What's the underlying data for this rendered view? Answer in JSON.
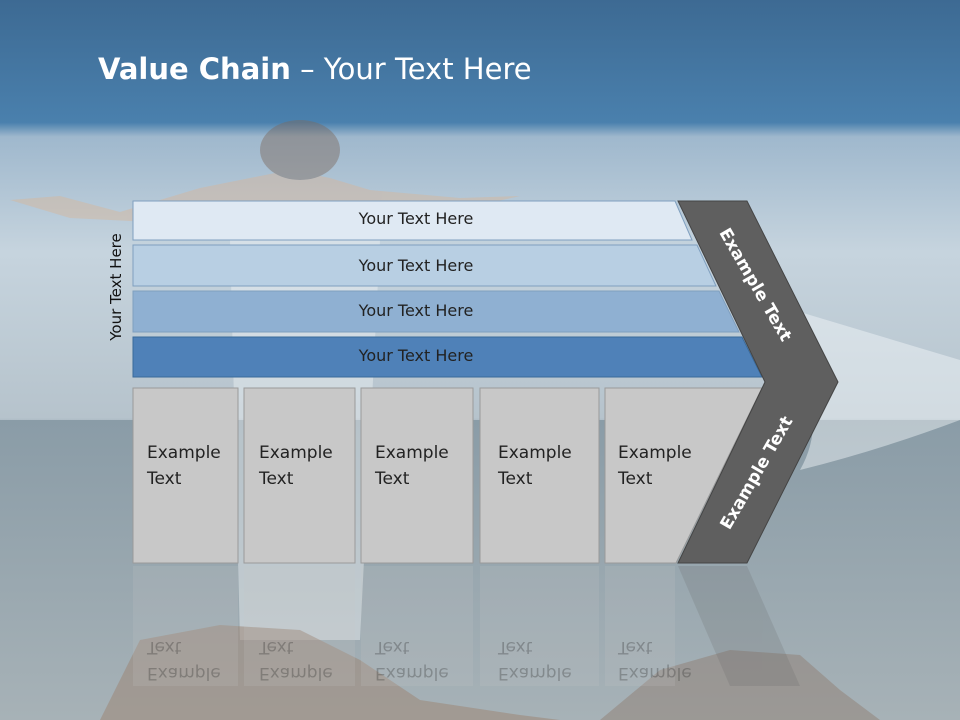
{
  "slide": {
    "title_bold": "Value Chain",
    "title_rest": " – Your Text Here",
    "side_label": "Your Text Here"
  },
  "bars": [
    {
      "label": "Your Text Here"
    },
    {
      "label": "Your Text Here"
    },
    {
      "label": "Your Text Here"
    },
    {
      "label": "Your Text Here"
    }
  ],
  "boxes": [
    {
      "label": "Example\nText"
    },
    {
      "label": "Example\nText"
    },
    {
      "label": "Example\nText"
    },
    {
      "label": "Example\nText"
    },
    {
      "label": "Example\nText"
    }
  ],
  "chevron": {
    "upper_label": "Example Text",
    "lower_label": "Example Text"
  },
  "colors": {
    "bar1": "#dfe9f3",
    "bar2": "#b8cfe3",
    "bar3": "#8fb0d2",
    "bar4": "#4f81b8",
    "box": "#c8c8c8",
    "chevron": "#5f5f5f"
  }
}
